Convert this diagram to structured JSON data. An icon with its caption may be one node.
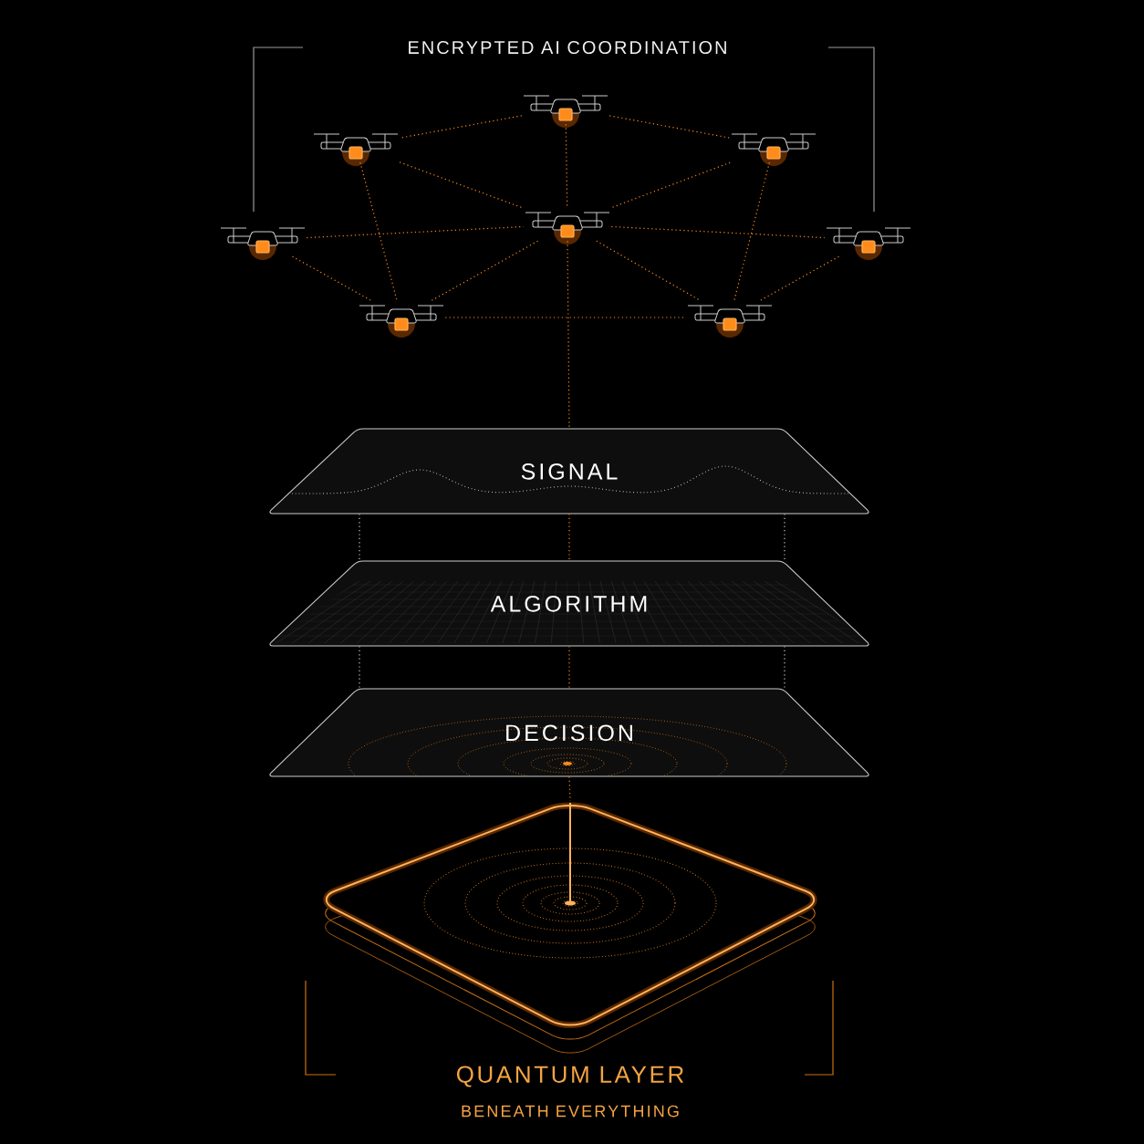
{
  "diagram": {
    "title": "ENCRYPTED AI COORDINATION",
    "nodes": [
      {
        "text": [],
        "shape": "picture"
      },
      {
        "text": [],
        "shape": "picture"
      },
      {
        "text": [],
        "shape": "picture"
      },
      {
        "text": [],
        "shape": "picture"
      },
      {
        "text": [],
        "shape": "picture"
      },
      {
        "text": [],
        "shape": "picture"
      },
      {
        "text": [],
        "shape": "picture"
      },
      {
        "text": [],
        "shape": "picture"
      },
      {
        "text": [
          "SIGNAL"
        ]
      },
      {
        "text": [
          "ALGORITHM"
        ]
      },
      {
        "text": [
          "DECISION"
        ]
      },
      {
        "text": [
          "QUANTUM LAYER",
          "BENEATH EVERYTHING"
        ]
      }
    ],
    "edges": [
      {
        "from": 0,
        "to": 1,
        "arrow": "none"
      },
      {
        "from": 0,
        "to": 2,
        "arrow": "none"
      },
      {
        "from": 0,
        "to": 3,
        "arrow": "none"
      },
      {
        "from": 1,
        "to": 3,
        "arrow": "none"
      },
      {
        "from": 2,
        "to": 3,
        "arrow": "none"
      },
      {
        "from": 1,
        "to": 6,
        "arrow": "none"
      },
      {
        "from": 2,
        "to": 7,
        "arrow": "none"
      },
      {
        "from": 4,
        "to": 3,
        "arrow": "none"
      },
      {
        "from": 3,
        "to": 5,
        "arrow": "none"
      },
      {
        "from": 4,
        "to": 6,
        "arrow": "none"
      },
      {
        "from": 3,
        "to": 6,
        "arrow": "none"
      },
      {
        "from": 3,
        "to": 7,
        "arrow": "none"
      },
      {
        "from": 6,
        "to": 7,
        "arrow": "none"
      },
      {
        "from": 5,
        "to": 7,
        "arrow": "none"
      },
      {
        "from": 3,
        "to": 8,
        "arrow": "none"
      },
      {
        "from": 8,
        "to": 9,
        "arrow": "none"
      },
      {
        "from": 9,
        "to": 10,
        "arrow": "none"
      },
      {
        "from": 10,
        "to": 11,
        "arrow": "none"
      },
      {
        "from": 8,
        "to": 9,
        "arrow": "none",
        "color": "#cccccc"
      },
      {
        "from": 8,
        "to": 9,
        "arrow": "none",
        "color": "#cccccc"
      },
      {
        "from": 9,
        "to": 10,
        "arrow": "none",
        "color": "#cccccc"
      },
      {
        "from": 9,
        "to": 10,
        "arrow": "none",
        "color": "#cccccc"
      }
    ]
  }
}
